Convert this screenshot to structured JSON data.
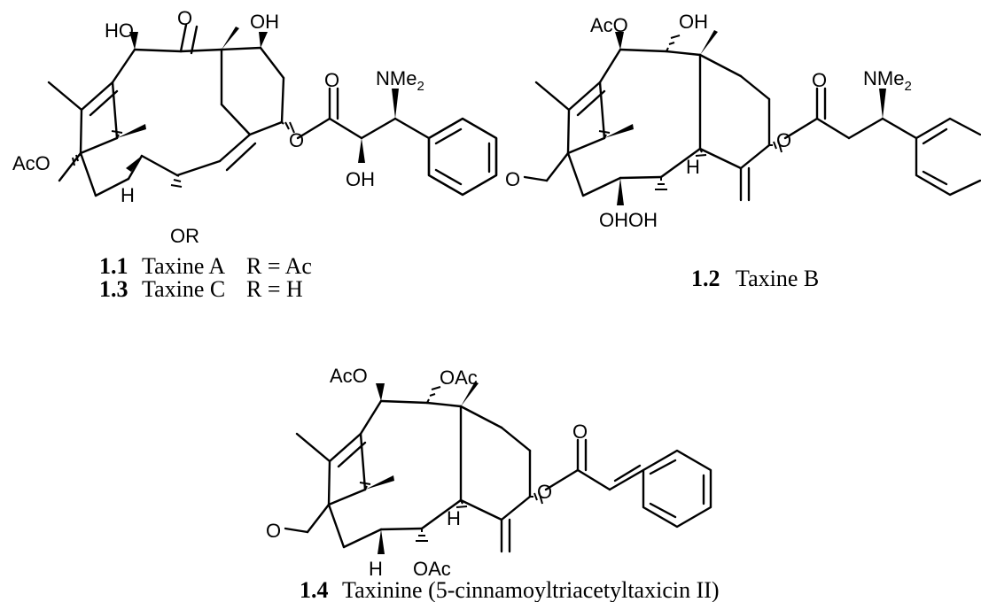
{
  "structures": [
    {
      "id": "taxine-a-c",
      "atom_labels": {
        "ho_top": "HO",
        "o_ketone": "O",
        "oh_top": "OH",
        "aco_left": "AcO",
        "h_low": "H",
        "or_low": "OR",
        "o_ester_ring": "O",
        "o_carbonyl": "O",
        "nme": "NMe",
        "nme_sub": "2",
        "oh_side": "OH"
      }
    },
    {
      "id": "taxine-b",
      "atom_labels": {
        "aco_top": "AcO",
        "oh_top": "OH",
        "o_ketone": "O",
        "ohoh": "OHOH",
        "h_mid": "H",
        "o_ester_ring": "O",
        "o_carbonyl": "O",
        "nme": "NMe",
        "nme_sub": "2"
      }
    },
    {
      "id": "taxinine",
      "atom_labels": {
        "aco_top": "AcO",
        "oac_top": "OAc",
        "o_ketone": "O",
        "h_low": "H",
        "oac_low": "OAc",
        "h_mid": "H",
        "o_ester_ring": "O",
        "o_carbonyl": "O"
      }
    }
  ],
  "captions": [
    {
      "num": "1.1",
      "name": "Taxine A",
      "rgroup": "R = Ac"
    },
    {
      "num": "1.3",
      "name": "Taxine C",
      "rgroup": "R = H"
    },
    {
      "num": "1.2",
      "name": "Taxine B",
      "rgroup": ""
    },
    {
      "num": "1.4",
      "name": "Taxinine (5-cinnamoyltriacetyltaxicin II)",
      "rgroup": ""
    }
  ]
}
